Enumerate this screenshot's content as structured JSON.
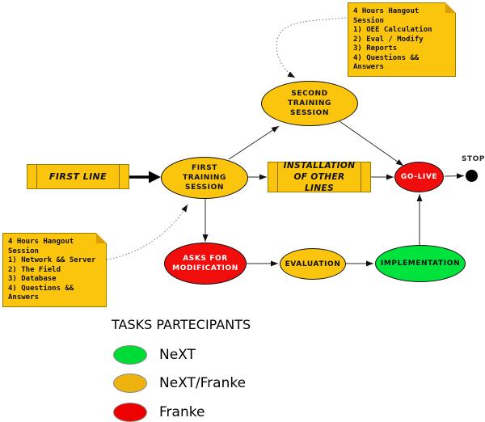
{
  "notes": {
    "top": {
      "lines": [
        "4 Hours Hangout Session",
        "1) OEE Calculation",
        "2) Eval / Modify",
        "3) Reports",
        "4) Questions && Answers"
      ]
    },
    "left": {
      "lines": [
        "4 Hours Hangout Session",
        "1) Network && Server",
        "2) The Field",
        "3) Database",
        "4) Questions && Answers"
      ]
    }
  },
  "nodes": {
    "first_line": {
      "label": "FIRST LINE",
      "fill": "#fbc40d"
    },
    "first_training": {
      "label": "FIRST TRAINING SESSION",
      "fill": "#fbc40d"
    },
    "second_training": {
      "label": "SECOND TRAINING SESSION",
      "fill": "#fbc40d"
    },
    "installation": {
      "label": "INSTALLATION OF OTHER LINES",
      "fill": "#fbc40d"
    },
    "go_live": {
      "label": "GO-LIVE",
      "fill": "#f20d0d"
    },
    "asks_modification": {
      "label": "ASKS FOR MODIFICATION",
      "fill": "#f20d0d"
    },
    "evaluation": {
      "label": "EVALUATION",
      "fill": "#fbc40d"
    },
    "implementation": {
      "label": "IMPLEMENTATION",
      "fill": "#00e23c"
    },
    "stop": {
      "label": "STOP"
    }
  },
  "legend": {
    "title": "TASKS PARTECIPANTS",
    "items": [
      {
        "label": "NeXT",
        "color": "#00dc36"
      },
      {
        "label": "NeXT/Franke",
        "color": "#efb310"
      },
      {
        "label": "Franke",
        "color": "#ee0000"
      }
    ]
  }
}
